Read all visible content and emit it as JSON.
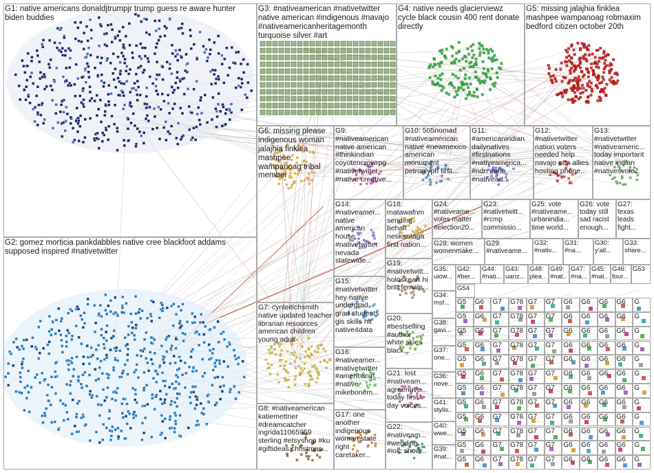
{
  "groups": [
    {
      "id": "G1",
      "text": "G1: native americans donaldjtrumpjr trump guess re aware hunter biden buddies"
    },
    {
      "id": "G2",
      "text": "G2: gomez morticia pankdabbles native cree blackfoot addams supposed inspired #nativetwitter"
    },
    {
      "id": "G3",
      "text": "G3: #nativeamerican #nativetwitter native american #indigenous #navajo #nativeamericanheritagemonth turquoise silver #art"
    },
    {
      "id": "G4",
      "text": "G4: native needs glacierviewz cycle black cousin 400 rent donate directly"
    },
    {
      "id": "G5",
      "text": "G5: missing jalajhia finklea mashpee wampanoag robmaxim bedford citizen october 20th"
    },
    {
      "id": "G6",
      "text": "G6: missing please indigenous woman jalajhia finklea mashpee wampanoag tribal member"
    },
    {
      "id": "G7",
      "text": "G7: cynleitichsmith native updated teacher librarian resources american children young adult"
    },
    {
      "id": "G8",
      "text": "G8: #nativeamerican katiemettner #dreamcatcher ingrida11065959 sterling #etsyshop #ku #giftideas christmas..."
    },
    {
      "id": "G9",
      "text": "G9: #nativeamerican native american #thinkindian coyotencrowrpg #nativetwitter #native creative..."
    },
    {
      "id": "G10",
      "text": "G10: 505nomad #nativeamerican native #newmexico american monument petroglyph first..."
    },
    {
      "id": "G11",
      "text": "G11: #americanindian dailynatives #firstnations #nativeamerica... #ndn #aho #nativeart..."
    },
    {
      "id": "G12",
      "text": "G12: #nativetwitter nation voters needed help navajo attn allies hosting phone..."
    },
    {
      "id": "G13",
      "text": "G13: #nativetwitter #nativeameric... today important native indian #nativesvote..."
    },
    {
      "id": "G14",
      "text": "G14: #nativeamer... native american house #nativetwitter nevada statewide..."
    },
    {
      "id": "G15",
      "text": "G15: #nativetwitter hey native undergrad grad students gis skills hit native4data"
    },
    {
      "id": "G16",
      "text": "G16: #nativeamer... #nativetwitter #americanin... #native mikebonem..."
    },
    {
      "id": "G17",
      "text": "G17: one another indigenous woman state right caretaker..."
    },
    {
      "id": "G18",
      "text": "G18: matawafnm sending behalf neskantaga first nation..."
    },
    {
      "id": "G19",
      "text": "G19: #nativetwitt... holoskeart hi britt female..."
    },
    {
      "id": "G20",
      "text": "G20: #bestselling #author white skies black..."
    },
    {
      "id": "G21",
      "text": "G21: lost #nativeam... agreenrive... today first day voices..."
    },
    {
      "id": "G22",
      "text": "G22: #nativeam... #wedding #ioic show..."
    },
    {
      "id": "G23",
      "text": "G23: #nativetwitt... #rcmp commissio..."
    },
    {
      "id": "G24",
      "text": "G24: #nativeame... votes matter #election20..."
    },
    {
      "id": "G25",
      "text": "G25: vote #nativeame... urbanindia... time world..."
    },
    {
      "id": "G26",
      "text": "G26: vote today still sad racist enough..."
    },
    {
      "id": "G27",
      "text": "G27: texas leads fight..."
    },
    {
      "id": "G28",
      "text": "G28: women womenmake..."
    },
    {
      "id": "G29",
      "text": "G29: #nativeame..."
    },
    {
      "id": "G30",
      "text": "G30: y'all..."
    },
    {
      "id": "G31",
      "text": "G31: #na..."
    },
    {
      "id": "G32",
      "text": "G32: #nativ..."
    },
    {
      "id": "G33",
      "text": "G33: share..."
    },
    {
      "id": "G34",
      "text": "G34: msf..."
    },
    {
      "id": "G35",
      "text": "G35: uiow..."
    },
    {
      "id": "G36",
      "text": "G36: nove..."
    },
    {
      "id": "G37",
      "text": "G37: one..."
    },
    {
      "id": "G38",
      "text": "G38: gavi..."
    },
    {
      "id": "G39",
      "text": "G39: #nat..."
    },
    {
      "id": "G40",
      "text": "G40: wwe..."
    },
    {
      "id": "G41",
      "text": "G41: stylis..."
    },
    {
      "id": "G42",
      "text": "G42: #ber..."
    },
    {
      "id": "G43",
      "text": "G43: uariz..."
    },
    {
      "id": "G44",
      "text": "G44: #nati..."
    },
    {
      "id": "G45",
      "text": "G45: #nat..."
    },
    {
      "id": "G46",
      "text": "G46: four..."
    },
    {
      "id": "G47",
      "text": "G47: #na..."
    },
    {
      "id": "G48",
      "text": "G48: plea..."
    },
    {
      "id": "G49",
      "text": "G49: #nat..."
    },
    {
      "id": "G53",
      "text": "G53"
    },
    {
      "id": "G54",
      "text": "G54"
    }
  ],
  "small_labels": [
    "G5",
    "G6",
    "G7",
    "G78",
    "G7",
    "G7",
    "G6",
    "G6",
    "G6",
    "G6",
    "G"
  ],
  "colors": {
    "g1": "#1c2a6e",
    "g2": "#2a7fc4",
    "g3": "#6a8f4a",
    "g4": "#2e9c3a",
    "g5": "#b01818",
    "g6": "#d9a441",
    "g7": "#c9a93a",
    "edge": "#9a9a9a",
    "edge_red": "#c0392b",
    "border": "#a9a9a9"
  }
}
